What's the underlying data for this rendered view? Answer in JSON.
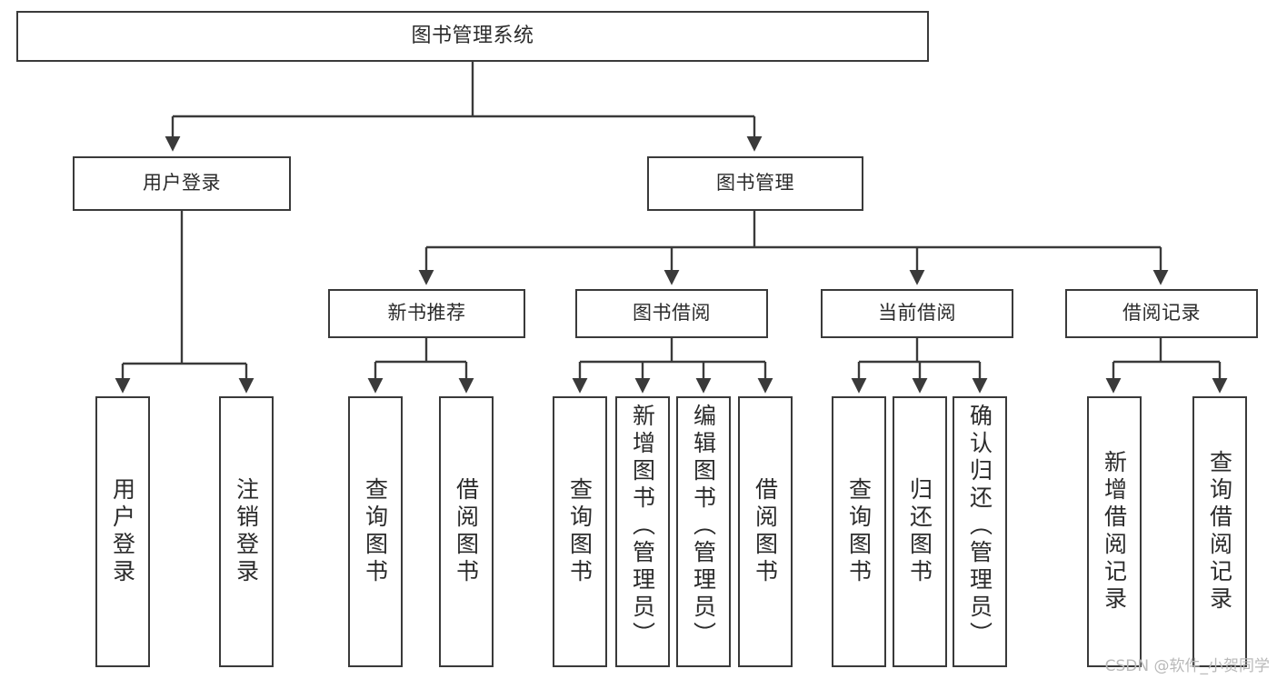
{
  "diagram": {
    "title": "图书管理系统",
    "watermark": "CSDN @软件_小贺同学",
    "line_color": "#3a3a3a",
    "box_fill": "#ffffff",
    "text_color": "#2b2b2b",
    "levels": {
      "root": {
        "label": "图书管理系统"
      },
      "level2": [
        {
          "label": "用户登录"
        },
        {
          "label": "图书管理"
        }
      ],
      "level3": [
        {
          "label": "新书推荐"
        },
        {
          "label": "图书借阅"
        },
        {
          "label": "当前借阅"
        },
        {
          "label": "借阅记录"
        }
      ],
      "leaves": {
        "user_login": [
          {
            "label": "用户登录"
          },
          {
            "label": "注销登录"
          }
        ],
        "new_book_recommend": [
          {
            "label": "查询图书"
          },
          {
            "label": "借阅图书"
          }
        ],
        "book_borrow": [
          {
            "label": "查询图书"
          },
          {
            "label": "新增图书（管理员）"
          },
          {
            "label": "编辑图书（管理员）"
          },
          {
            "label": "借阅图书"
          }
        ],
        "current_borrow": [
          {
            "label": "查询图书"
          },
          {
            "label": "归还图书"
          },
          {
            "label": "确认归还（管理员）"
          }
        ],
        "borrow_record": [
          {
            "label": "新增借阅记录"
          },
          {
            "label": "查询借阅记录"
          }
        ]
      }
    }
  }
}
